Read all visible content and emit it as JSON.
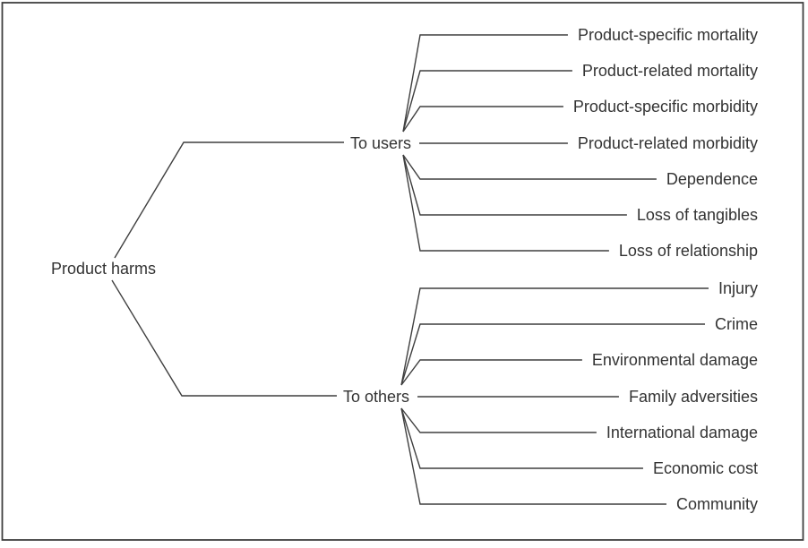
{
  "figure": {
    "colors": {
      "line": "#3f3f3f",
      "border": "#3f3f3f",
      "text": "#333333",
      "background": "#ffffff"
    }
  },
  "tree": {
    "root": {
      "label": "Product harms"
    },
    "branches": [
      {
        "label": "To users",
        "children": [
          "Product-specific mortality",
          "Product-related mortality",
          "Product-specific morbidity",
          "Product-related morbidity",
          "Dependence",
          "Loss of tangibles",
          "Loss of relationship"
        ]
      },
      {
        "label": "To others",
        "children": [
          "Injury",
          "Crime",
          "Environmental damage",
          "Family adversities",
          "International damage",
          "Economic cost",
          "Community"
        ]
      }
    ]
  }
}
